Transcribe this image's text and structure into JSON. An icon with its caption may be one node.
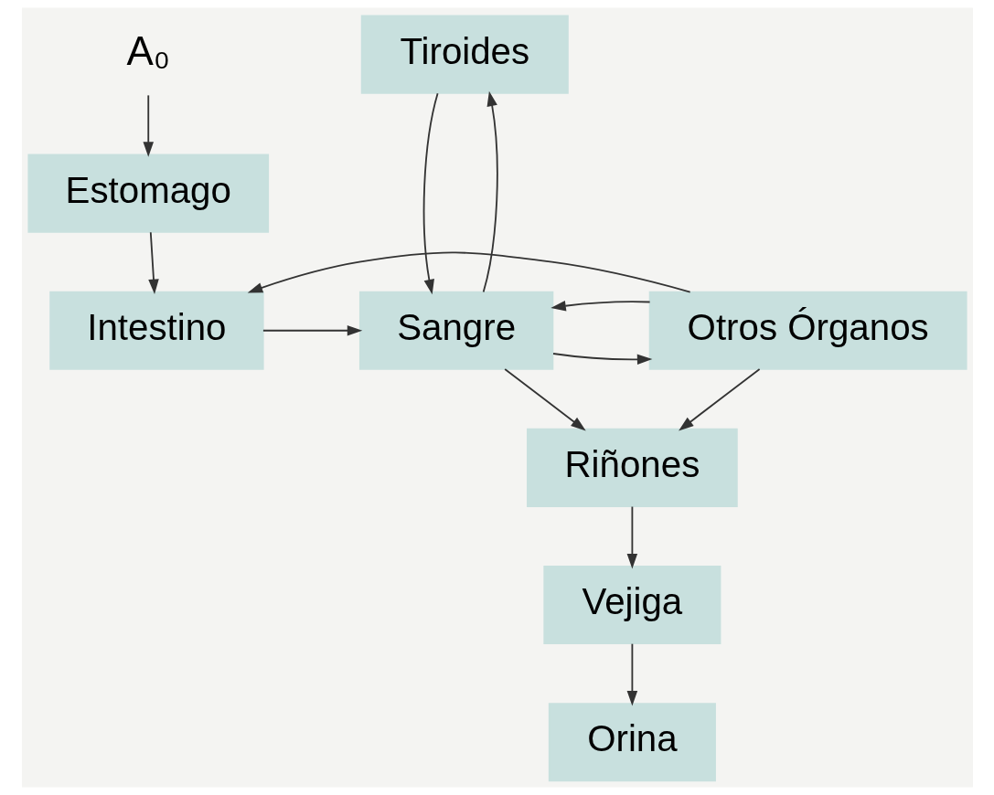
{
  "diagram": {
    "nodes": [
      {
        "text": [
          "A₀"
        ]
      },
      {
        "text": [
          "Estomago"
        ]
      },
      {
        "text": [
          "Intestino"
        ]
      },
      {
        "text": [
          "Tiroides"
        ]
      },
      {
        "text": [
          "Sangre"
        ]
      },
      {
        "text": [
          "Otros Órganos"
        ]
      },
      {
        "text": [
          "Riñones"
        ]
      },
      {
        "text": [
          "Vejiga"
        ]
      },
      {
        "text": [
          "Orina"
        ]
      }
    ],
    "edges": [
      {
        "from": 0,
        "to": 1,
        "arrow": "to"
      },
      {
        "from": 1,
        "to": 2,
        "arrow": "to"
      },
      {
        "from": 2,
        "to": 4,
        "arrow": "to"
      },
      {
        "from": 4,
        "to": 3,
        "arrow": "to"
      },
      {
        "from": 3,
        "to": 4,
        "arrow": "to"
      },
      {
        "from": 4,
        "to": 5,
        "arrow": "to"
      },
      {
        "from": 5,
        "to": 4,
        "arrow": "to"
      },
      {
        "from": 5,
        "to": 2,
        "arrow": "to"
      },
      {
        "from": 4,
        "to": 6,
        "arrow": "to"
      },
      {
        "from": 5,
        "to": 6,
        "arrow": "to"
      },
      {
        "from": 6,
        "to": 7,
        "arrow": "to"
      },
      {
        "from": 7,
        "to": 8,
        "arrow": "to"
      }
    ]
  }
}
